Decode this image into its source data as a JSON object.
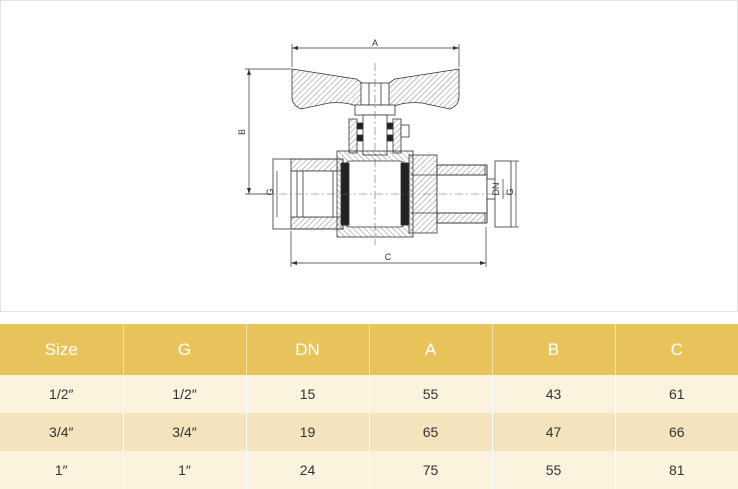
{
  "drawing": {
    "dim_labels": {
      "a": "A",
      "b": "B",
      "c": "C",
      "g_left": "G",
      "dn": "DN",
      "g_right": "G"
    }
  },
  "table": {
    "headers": [
      "Size",
      "G",
      "DN",
      "A",
      "B",
      "C"
    ],
    "rows": [
      [
        "1/2″",
        "1/2″",
        "15",
        "55",
        "43",
        "61"
      ],
      [
        "3/4″",
        "3/4″",
        "19",
        "65",
        "47",
        "66"
      ],
      [
        "1″",
        "1″",
        "24",
        "75",
        "55",
        "81"
      ]
    ]
  },
  "colors": {
    "header_bg": "#e8c35a",
    "row_light": "#fbf3de",
    "row_dark": "#f4e4bd"
  }
}
